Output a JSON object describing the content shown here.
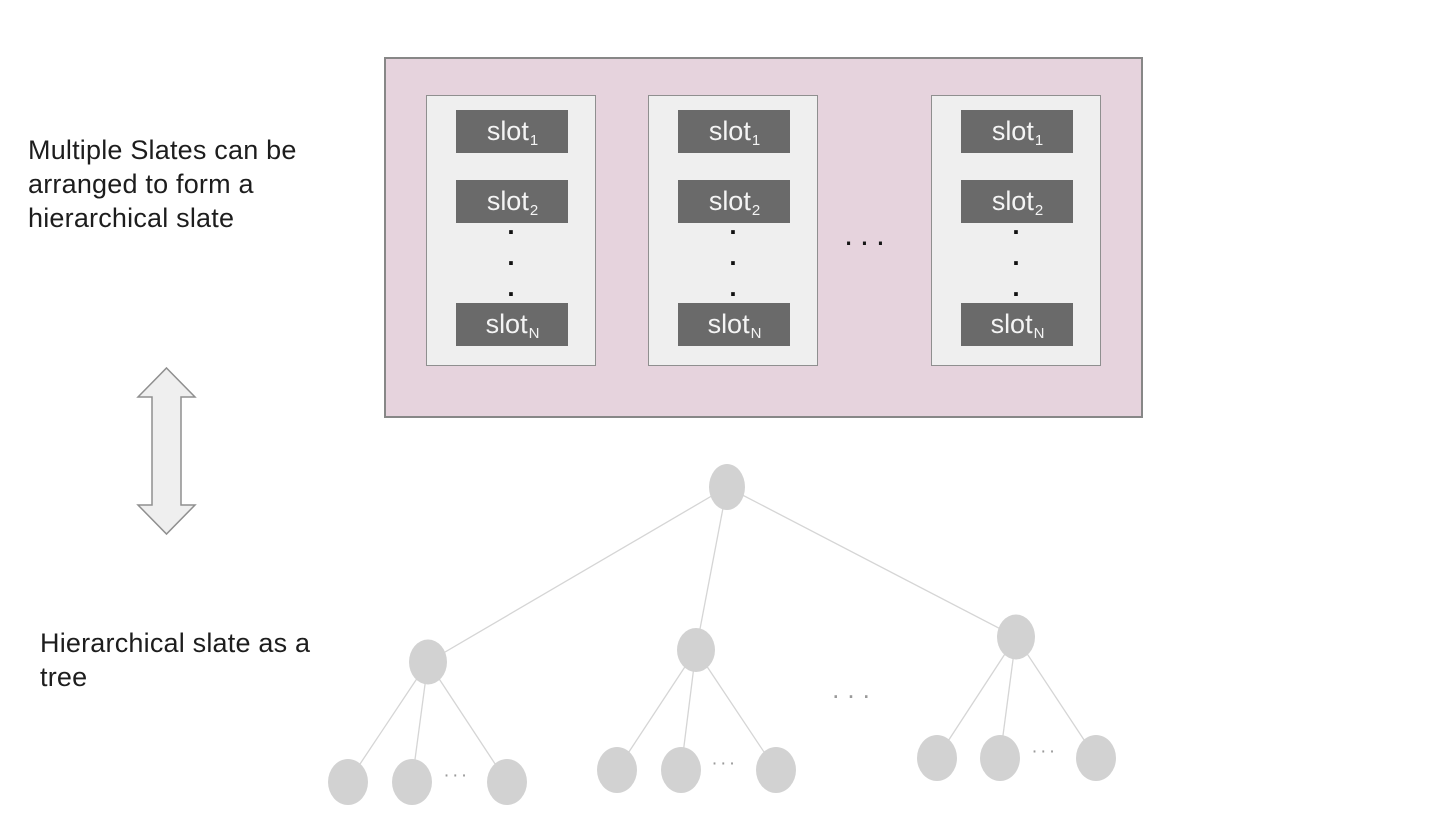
{
  "captions": {
    "top": "Multiple Slates can be\narranged to form a\nhierarchical slate",
    "bottom": "Hierarchical slate as a\ntree"
  },
  "slate": {
    "slots": [
      {
        "base": "slot",
        "sub": "1"
      },
      {
        "base": "slot",
        "sub": "2"
      },
      {
        "base": "slot",
        "sub": "N"
      }
    ],
    "vertical_dots": ".\n.\n.",
    "panels_ellipsis": "..."
  },
  "tree": {
    "branch_ellipsis": "...",
    "leaf_ellipsis": "..."
  },
  "colors": {
    "slate_bg": "#e6d3dd",
    "panel_bg": "#efefef",
    "slot_bg": "#6a6a6a",
    "slot_text": "#f4f4f4",
    "node_fill": "#d2d2d2",
    "edge_stroke": "#d5d5d5",
    "arrow_fill": "#efefef",
    "arrow_stroke": "#8f8f8f",
    "ink": "#1d1d1d",
    "muted_dots": "#9a9a9a"
  }
}
